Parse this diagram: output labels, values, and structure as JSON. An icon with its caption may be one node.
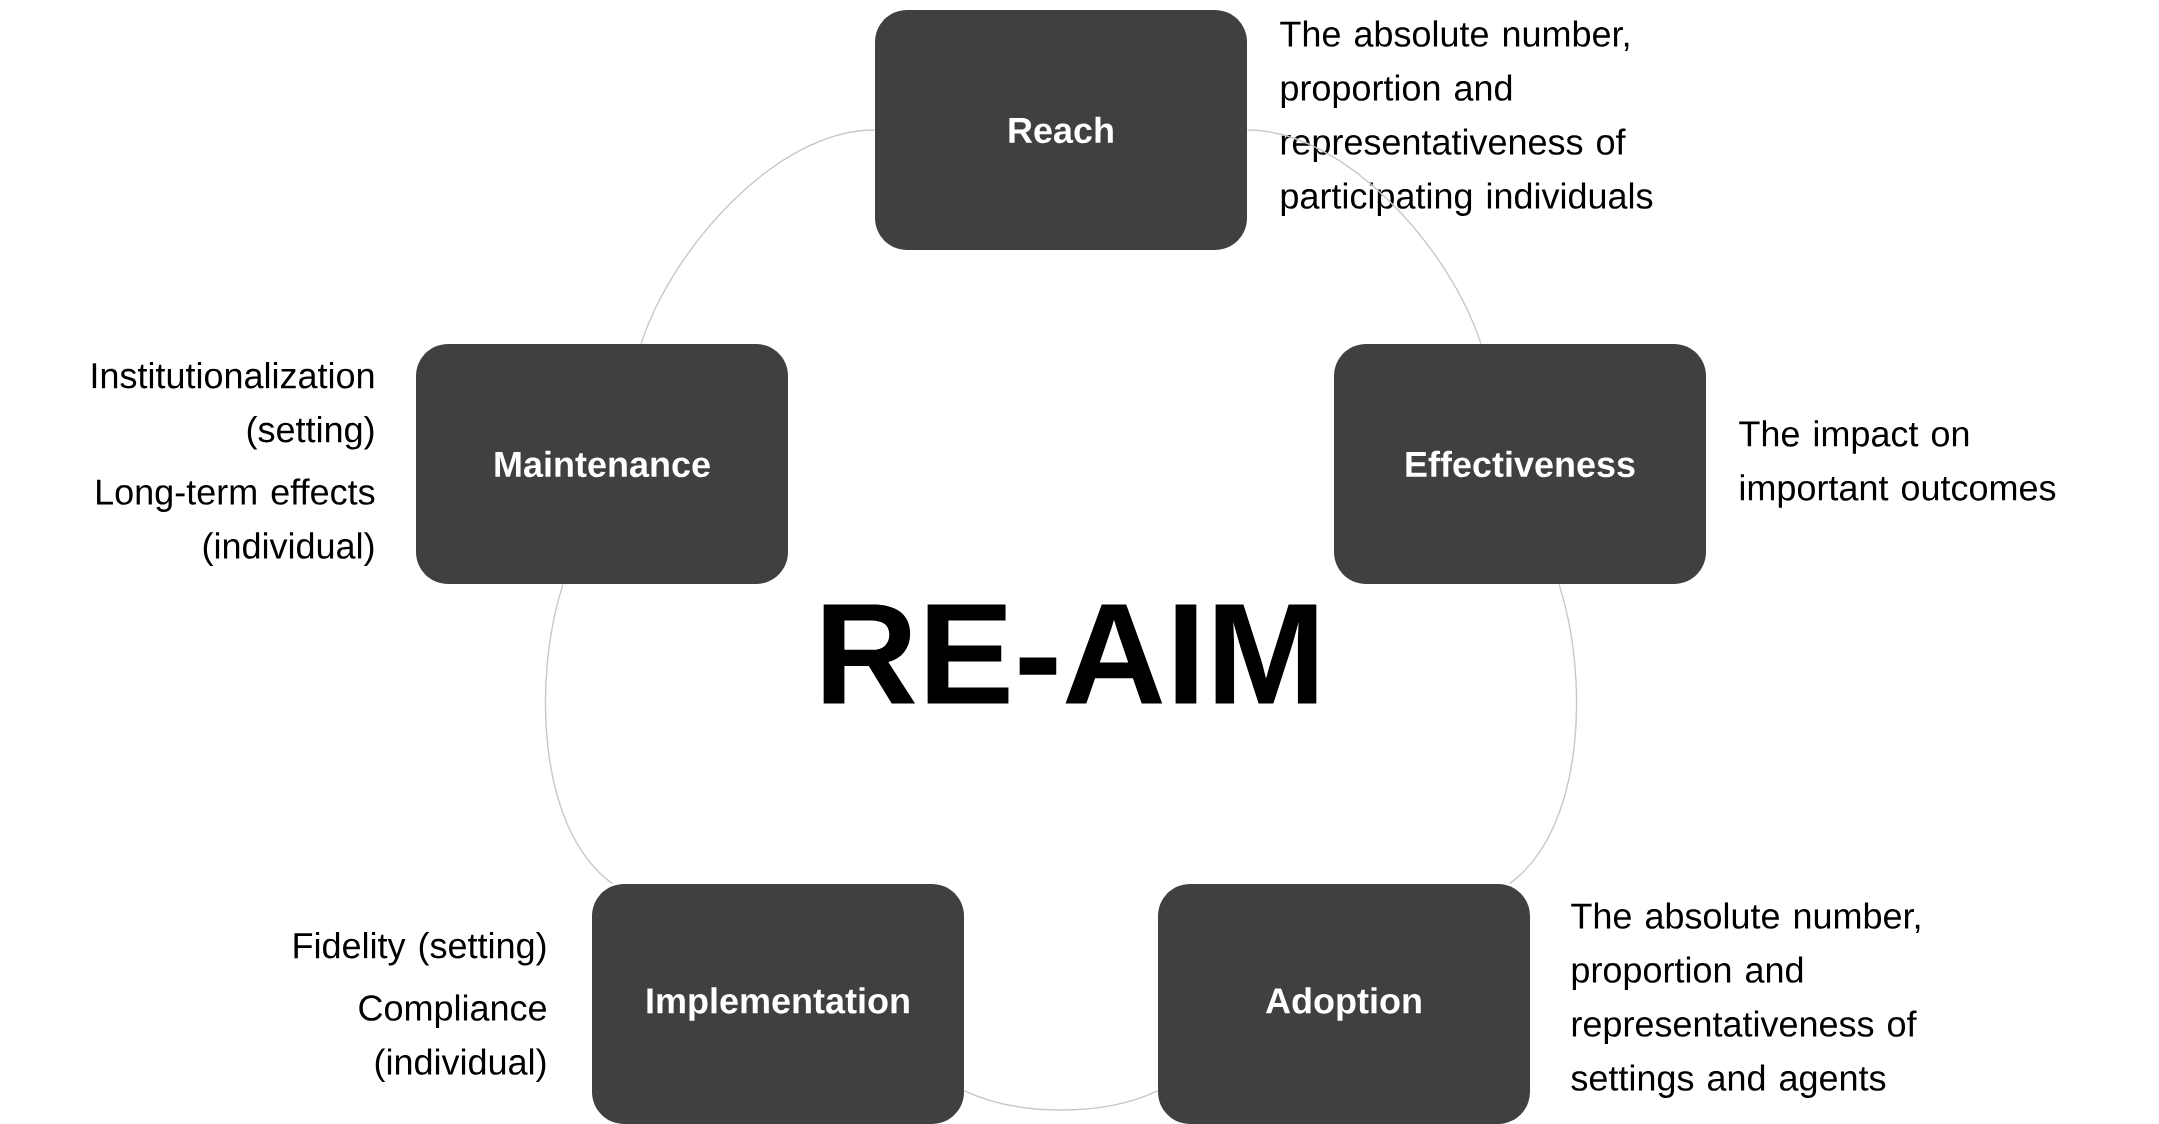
{
  "diagram": {
    "title": "RE-AIM",
    "nodes": [
      {
        "text": [
          "Reach"
        ],
        "beside": [
          "The absolute number, proportion and representativeness of participating individuals"
        ]
      },
      {
        "text": [
          "Effectiveness"
        ],
        "beside": [
          "The impact on important outcomes"
        ]
      },
      {
        "text": [
          "Adoption"
        ],
        "beside": [
          "The absolute number, proportion and representativeness of settings and agents"
        ]
      },
      {
        "text": [
          "Implementation"
        ],
        "beside": [
          "Fidelity (setting)",
          "Compliance (individual)"
        ]
      },
      {
        "text": [
          "Maintenance"
        ],
        "beside": [
          "Institutionalization (setting)",
          "Long-term effects (individual)"
        ]
      }
    ],
    "edges": [
      {
        "from": 0,
        "to": 1,
        "arrow": "none"
      },
      {
        "from": 1,
        "to": 2,
        "arrow": "none"
      },
      {
        "from": 2,
        "to": 3,
        "arrow": "none"
      },
      {
        "from": 3,
        "to": 4,
        "arrow": "none"
      },
      {
        "from": 4,
        "to": 0,
        "arrow": "none"
      }
    ]
  }
}
